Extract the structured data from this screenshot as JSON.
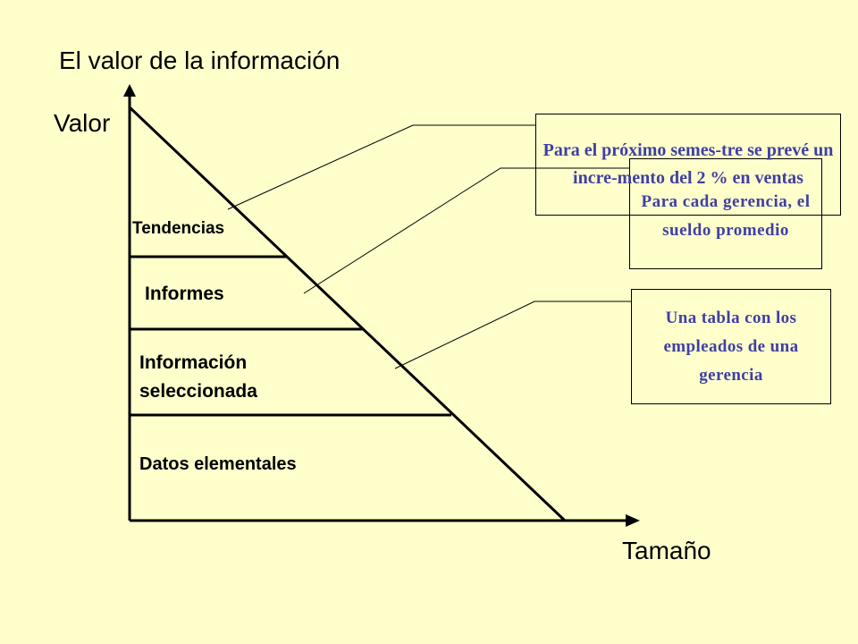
{
  "title": "El valor de la información",
  "axes": {
    "y_label": "Valor",
    "x_label": "Tamaño"
  },
  "levels": [
    {
      "key": "tendencias",
      "label": "Tendencias"
    },
    {
      "key": "informes",
      "label": "Informes"
    },
    {
      "key": "seleccionada",
      "label": "Información seleccionada"
    },
    {
      "key": "datos",
      "label": "Datos elementales"
    }
  ],
  "callouts": {
    "ventas": "Para el próximo semes-tre se prevé un incre-mento del 2 % en ventas",
    "sueldo": "Para cada gerencia, el sueldo promedio",
    "tabla": "Una tabla con los empleados de una gerencia"
  },
  "colors": {
    "background": "#ffffcc",
    "callout_text": "#3f3fa5",
    "lines": "#000000"
  }
}
